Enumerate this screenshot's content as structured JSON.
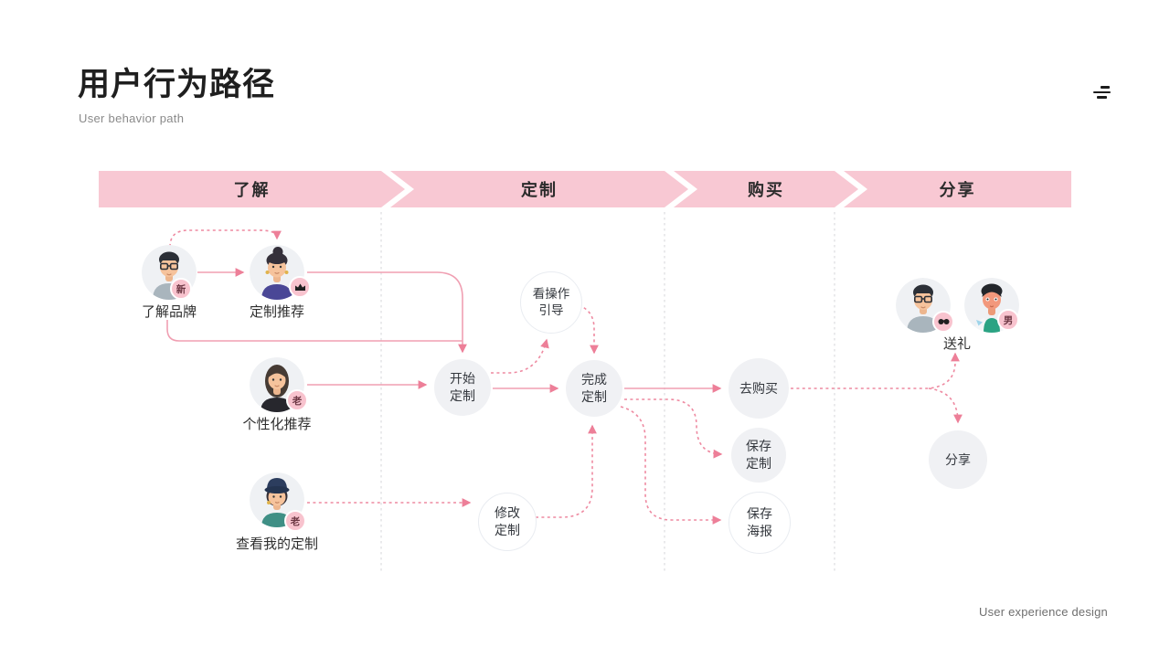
{
  "header": {
    "title": "用户行为路径",
    "subtitle": "User behavior path",
    "menu_icon": "three-bars-logo-icon"
  },
  "footer": {
    "credit": "User experience design"
  },
  "stages": [
    {
      "label": "了解"
    },
    {
      "label": "定制"
    },
    {
      "label": "购买"
    },
    {
      "label": "分享"
    }
  ],
  "actors": [
    {
      "label": "了解品牌",
      "badge": "新",
      "avatar": "man-with-glasses"
    },
    {
      "label": "定制推荐",
      "badge_icon": "crown-icon",
      "avatar": "woman-with-bun"
    },
    {
      "label": "个性化推荐",
      "badge": "老",
      "avatar": "woman-long-hair"
    },
    {
      "label": "查看我的定制",
      "badge": "老",
      "avatar": "woman-with-hat"
    },
    {
      "label": "送礼",
      "badge_left_icon": "sunglasses-icon",
      "badge_right": "男",
      "avatar": "two-men"
    }
  ],
  "nodes": {
    "start_custom": {
      "label": "开始\n定制"
    },
    "view_guide": {
      "label": "看操作\n引导"
    },
    "finish_custom": {
      "label": "完成\n定制"
    },
    "modify_custom": {
      "label": "修改\n定制"
    },
    "go_buy": {
      "label": "去购买"
    },
    "save_custom": {
      "label": "保存\n定制"
    },
    "save_poster": {
      "label": "保存\n海报"
    },
    "share": {
      "label": "分享"
    }
  },
  "colors": {
    "stage_fill": "#f8c8d3",
    "solid_line": "#f09fb2",
    "dashed_line": "#ee8aa1",
    "arrow": "#ed7f98",
    "node_fill": "#f0f1f4",
    "node_border": "#e9ecf1",
    "guide_line": "#dcdde0",
    "badge_fill": "#f8c3ce",
    "badge_text": "#6b3642"
  }
}
